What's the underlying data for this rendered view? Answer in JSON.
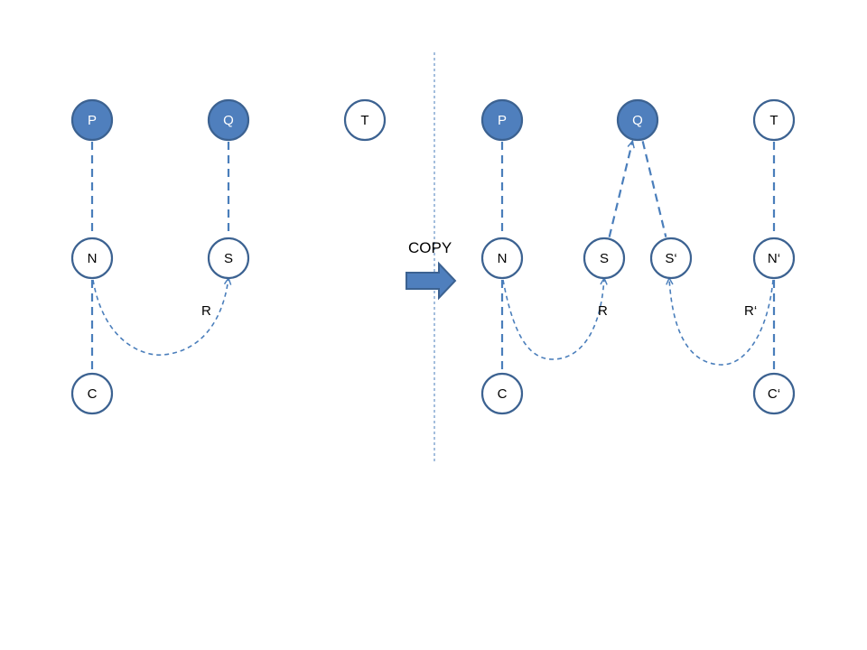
{
  "colors": {
    "node_stroke": "#3c6291",
    "node_filled": "#4f7fbd",
    "node_empty": "#ffffff",
    "edge": "#4a7ebb",
    "divider": "#4a7ebb",
    "arrow_fill": "#4f7fbd",
    "arrow_stroke": "#3c6291"
  },
  "copy_label": "COPY",
  "left_graph": {
    "nodes": [
      {
        "id": "P",
        "label": "P",
        "filled": true
      },
      {
        "id": "Q",
        "label": "Q",
        "filled": true
      },
      {
        "id": "T",
        "label": "T",
        "filled": false
      },
      {
        "id": "N",
        "label": "N",
        "filled": false
      },
      {
        "id": "S",
        "label": "S",
        "filled": false
      },
      {
        "id": "C",
        "label": "C",
        "filled": false
      }
    ],
    "edges": [
      {
        "from": "P",
        "to": "N",
        "style": "dashed"
      },
      {
        "from": "Q",
        "to": "S",
        "style": "dashed"
      },
      {
        "from": "N",
        "to": "C",
        "style": "dashed"
      },
      {
        "from": "N",
        "to": "S",
        "style": "curved-arrow",
        "label": "R"
      }
    ]
  },
  "right_graph": {
    "nodes": [
      {
        "id": "P",
        "label": "P",
        "filled": true
      },
      {
        "id": "Q",
        "label": "Q",
        "filled": true
      },
      {
        "id": "T",
        "label": "T",
        "filled": false
      },
      {
        "id": "N",
        "label": "N",
        "filled": false
      },
      {
        "id": "S",
        "label": "S",
        "filled": false
      },
      {
        "id": "S2",
        "label": "S‘",
        "filled": false
      },
      {
        "id": "N2",
        "label": "N‘",
        "filled": false
      },
      {
        "id": "C",
        "label": "C",
        "filled": false
      },
      {
        "id": "C2",
        "label": "C‘",
        "filled": false
      }
    ],
    "edges": [
      {
        "from": "P",
        "to": "N",
        "style": "dashed"
      },
      {
        "from": "N",
        "to": "C",
        "style": "dashed"
      },
      {
        "from": "S",
        "to": "Q",
        "style": "dashed-arrow"
      },
      {
        "from": "Q",
        "to": "S2",
        "style": "dashed"
      },
      {
        "from": "T",
        "to": "N2",
        "style": "dashed"
      },
      {
        "from": "N2",
        "to": "C2",
        "style": "dashed"
      },
      {
        "from": "N",
        "to": "S",
        "style": "curved-arrow",
        "label": "R"
      },
      {
        "from": "N2",
        "to": "S2",
        "style": "curved-arrow",
        "label": "R‘"
      }
    ]
  }
}
